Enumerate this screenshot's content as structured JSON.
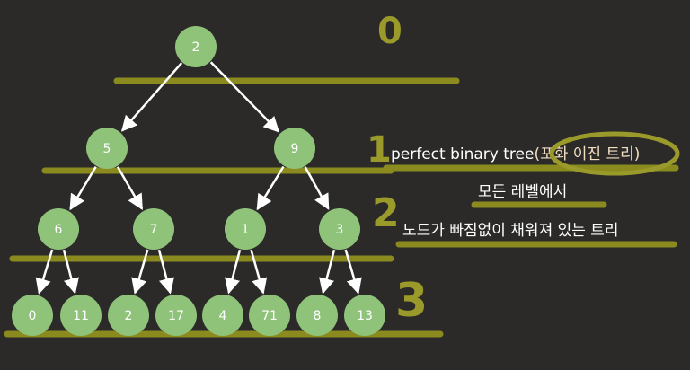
{
  "tree": {
    "levels": [
      [
        "2"
      ],
      [
        "5",
        "9"
      ],
      [
        "6",
        "7",
        "1",
        "3"
      ],
      [
        "0",
        "11",
        "2",
        "17",
        "4",
        "71",
        "8",
        "13"
      ]
    ]
  },
  "level_labels": [
    "0",
    "1",
    "2",
    "3"
  ],
  "notes": {
    "line1_a": "perfect binary tree",
    "line1_b": "(포화 이진 트리)",
    "line2": "모든 레벨에서",
    "line3": "노드가 빠짐없이 채워져 있는 트리"
  },
  "colors": {
    "background": "#2b2a29",
    "node_fill": "#8fc37a",
    "edge": "#ffffff",
    "highlight_line": "#8a8a1f",
    "accent_text": "#f2dfc2"
  }
}
